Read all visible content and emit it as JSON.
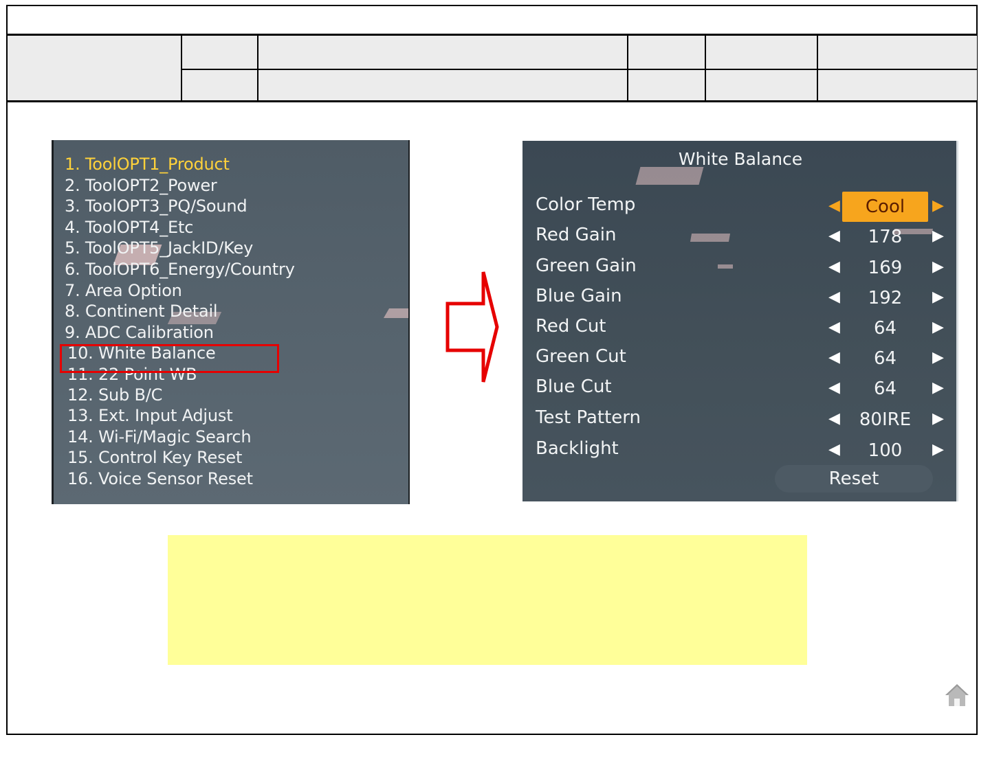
{
  "tool_menu": {
    "items": [
      "1. ToolOPT1_Product",
      "2. ToolOPT2_Power",
      "3. ToolOPT3_PQ/Sound",
      "4. ToolOPT4_Etc",
      "5. ToolOPT5_JackID/Key",
      "6. ToolOPT6_Energy/Country",
      "7. Area Option",
      "8. Continent Detail",
      "9. ADC Calibration",
      "10. White Balance",
      "11. 22 Point WB",
      "12. Sub B/C",
      "13. Ext. Input Adjust",
      "14. Wi-Fi/Magic Search",
      "15. Control Key Reset",
      "16. Voice Sensor Reset"
    ],
    "active_index": 0,
    "highlighted_index": 9
  },
  "white_balance": {
    "title": "White Balance",
    "rows": [
      {
        "label": "Color Temp",
        "value": "Cool"
      },
      {
        "label": "Red Gain",
        "value": "178"
      },
      {
        "label": "Green Gain",
        "value": "169"
      },
      {
        "label": "Blue Gain",
        "value": "192"
      },
      {
        "label": "Red Cut",
        "value": "64"
      },
      {
        "label": "Green Cut",
        "value": "64"
      },
      {
        "label": "Blue Cut",
        "value": "64"
      },
      {
        "label": "Test Pattern",
        "value": "80IRE"
      },
      {
        "label": "Backlight",
        "value": "100"
      }
    ],
    "selected_index": 0,
    "reset_label": "Reset"
  },
  "colors": {
    "highlight_border": "#e60000",
    "arrow": "#e60000",
    "note_background": "#ffff99",
    "selected_value": "#f7a51d",
    "active_menu_text": "#ffd23a"
  },
  "icons": {
    "home": "home-icon",
    "arrow": "arrow-right-icon"
  }
}
